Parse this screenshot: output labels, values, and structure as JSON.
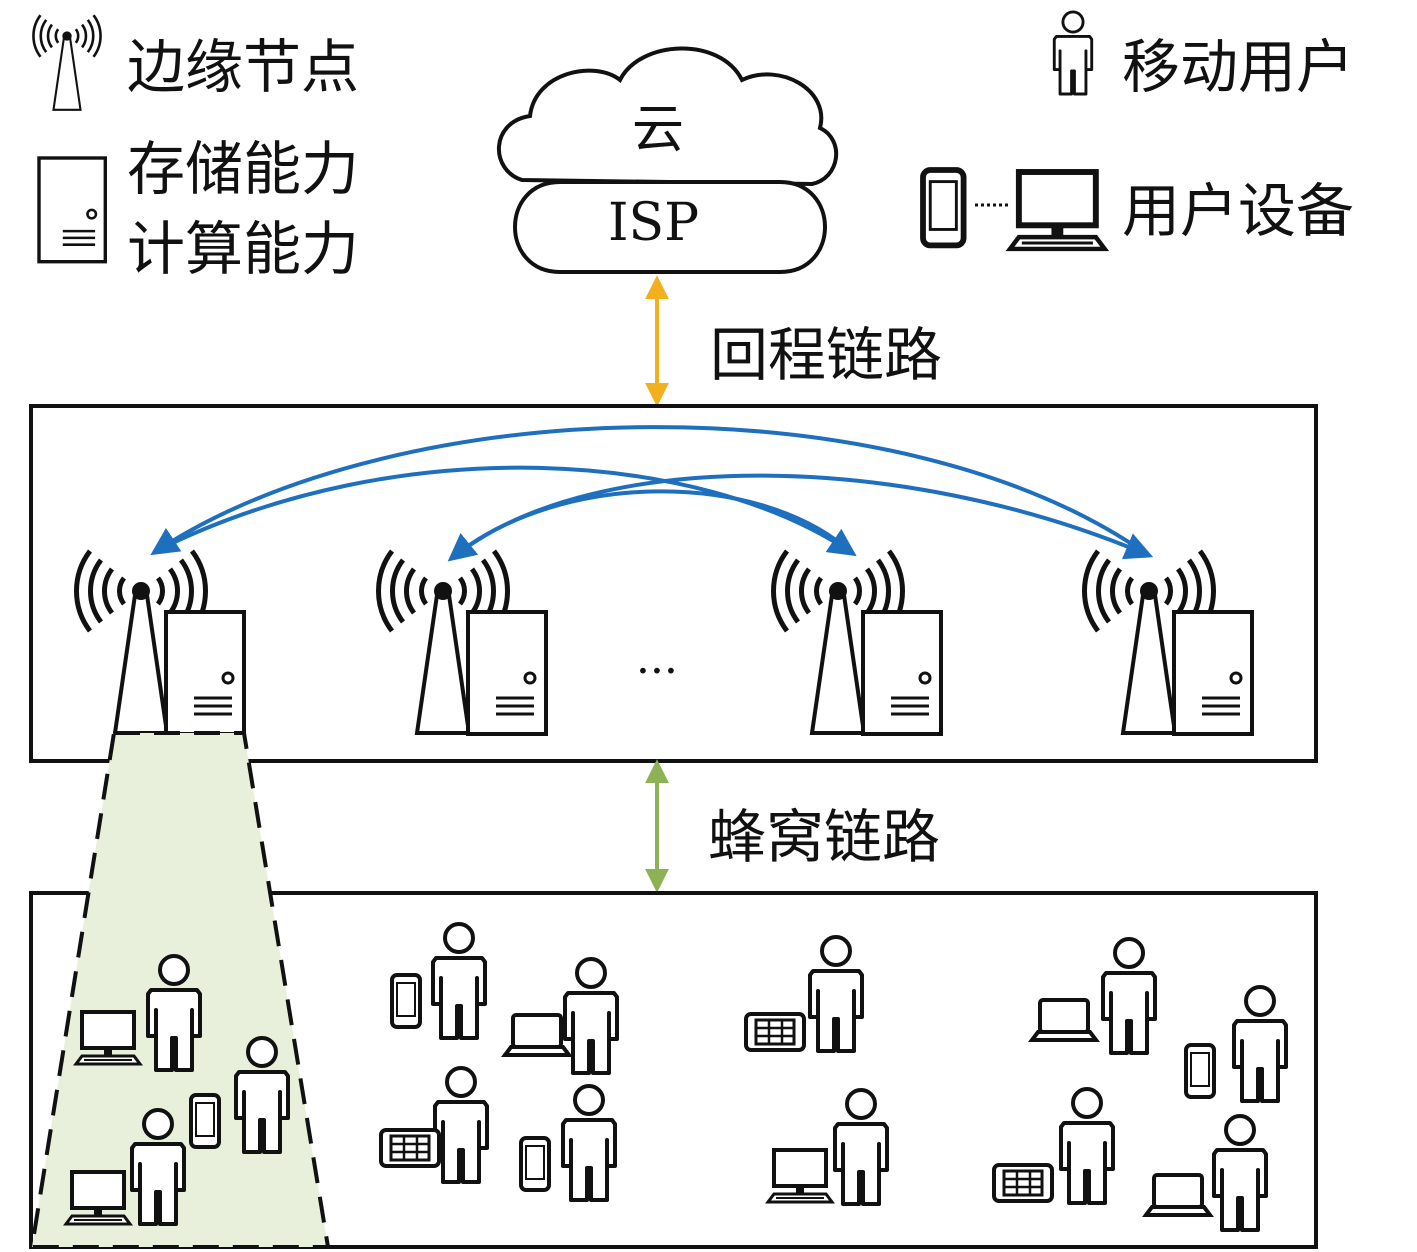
{
  "legend": {
    "edge_node": "边缘节点",
    "storage": "存储能力",
    "compute": "计算能力",
    "mobile_user": "移动用户",
    "user_device": "用户设备"
  },
  "cloud": {
    "top_label": "云",
    "bottom_label": "ISP"
  },
  "links": {
    "backhaul": "回程链路",
    "cellular": "蜂窝链路"
  },
  "edge_layer": {
    "ellipsis": "···",
    "node_count_drawn": 4
  },
  "colors": {
    "backhaul_arrow": "#F2B01E",
    "cellular_arrow": "#8DB255",
    "edge_link": "#1F6FBF",
    "coverage_fill": "#E8F0DC",
    "stroke": "#111111"
  },
  "icons": {
    "edge_node": "antenna-tower-icon",
    "server": "server-icon",
    "mobile_user": "person-icon",
    "phone": "phone-icon",
    "desktop": "desktop-icon",
    "laptop": "laptop-icon",
    "tablet": "tablet-icon"
  }
}
